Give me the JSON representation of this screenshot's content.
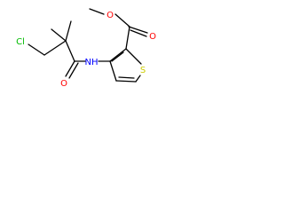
{
  "molecule": {
    "atoms": {
      "ester_o_methyl": {
        "symbol": "O",
        "color": "#ff0000"
      },
      "ester_o_carbonyl": {
        "symbol": "O",
        "color": "#ff0000"
      },
      "amide_nh": {
        "symbol": "NH",
        "color": "#0000ff"
      },
      "chlorine": {
        "symbol": "Cl",
        "color": "#00bb00"
      },
      "amide_o": {
        "symbol": "O",
        "color": "#ff0000"
      },
      "sulfur": {
        "symbol": "S",
        "color": "#cccc00"
      }
    }
  }
}
